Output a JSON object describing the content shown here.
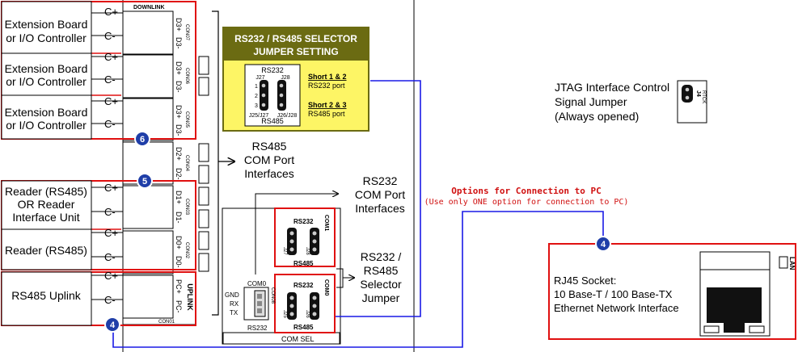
{
  "devices": {
    "ext1": [
      "Extension Board",
      "or I/O Controller"
    ],
    "ext2": [
      "Extension Board",
      "or I/O Controller"
    ],
    "ext3": [
      "Extension Board",
      "or I/O Controller"
    ],
    "reader_unit": [
      "Reader (RS485)",
      "OR Reader",
      "Interface Unit"
    ],
    "reader": "Reader (RS485)",
    "uplink": "RS485 Uplink"
  },
  "pins": {
    "c_plus": "C+",
    "c_minus": "C-"
  },
  "connectors": {
    "downlink": "DOWNLINK",
    "uplink": "UPLINK",
    "con7": "CON07",
    "con6": "CON06",
    "con5": "CON05",
    "con4": "CON04",
    "con3": "CON03",
    "con2": "CON02",
    "con1": "CON01",
    "d3p": "D3+",
    "d3m": "D3-",
    "d2p": "D2+",
    "d2m": "D2-",
    "d1p": "D1+",
    "d1m": "D1-",
    "d0p": "D0+",
    "d0m": "D0-",
    "pcp": "PC+",
    "pcm": "PC-"
  },
  "badges": {
    "b6": "6",
    "b5": "5",
    "b4a": "4",
    "b4b": "4"
  },
  "callouts": {
    "rs485_com": [
      "RS485",
      "COM Port",
      "Interfaces"
    ],
    "rs232_com": [
      "RS232",
      "COM Port",
      "Interfaces"
    ],
    "selector": [
      "RS232 /",
      "RS485",
      "Selector",
      "Jumper"
    ],
    "jtag": [
      "JTAG Interface Control",
      "Signal Jumper",
      "(Always opened)"
    ],
    "options_title": "Options for Connection to PC",
    "options_sub": "(Use only ONE option for connection to PC)",
    "rj45": [
      "RJ45 Socket:",
      "10 Base-T / 100 Base-TX",
      "Ethernet Network Interface"
    ]
  },
  "selector_panel": {
    "title1": "RS232 / RS485 SELECTOR",
    "title2": "JUMPER SETTING",
    "rs232": "RS232",
    "rs485": "RS485",
    "j27": "J27",
    "j28": "J28",
    "j2527": "J25/J27",
    "j2628": "J26/J28",
    "n1": "1",
    "n2": "2",
    "n3": "3",
    "short12": "Short 1 & 2",
    "rs232port": "RS232 port",
    "short23": "Short 2 & 3",
    "rs485port": "RS485 port"
  },
  "board": {
    "com0": "COM0",
    "con08": "CON08",
    "gnd": "GND",
    "rx": "RX",
    "tx": "TX",
    "rs232": "RS232",
    "com1": "COM1",
    "com0b": "COM0",
    "rs232a": "RS232",
    "rs485a": "RS485",
    "rs232b": "RS232",
    "rs485b": "RS485",
    "j27": "J27",
    "j28": "J28",
    "j25": "J25",
    "j26": "J26",
    "com_sel": "COM SEL",
    "j4": "J4",
    "rtck": "RTCK",
    "lan": "LAN"
  },
  "colors": {
    "red_box": "#e01010",
    "blue_wire": "#1a1ae6",
    "badge_blue": "#1f3ea8",
    "panel_olive": "#6b6b12",
    "panel_yellow": "#fdf565",
    "options_red": "#d01010"
  }
}
